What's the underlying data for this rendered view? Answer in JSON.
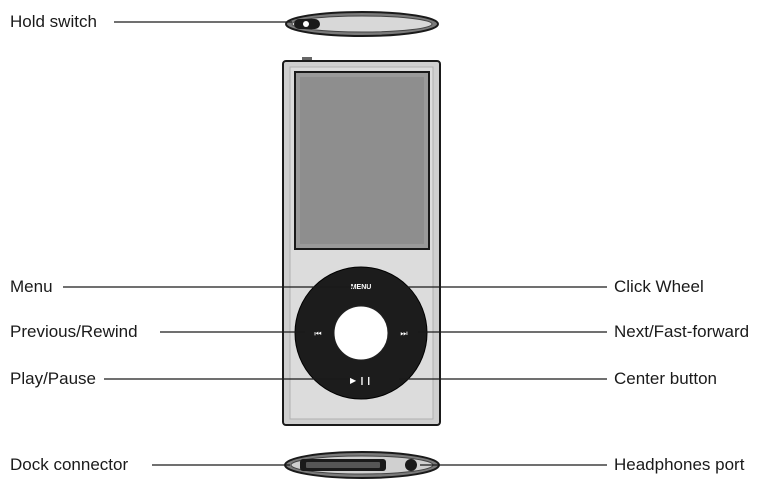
{
  "labels": {
    "hold_switch": "Hold switch",
    "menu": "Menu",
    "previous_rewind": "Previous/Rewind",
    "play_pause": "Play/Pause",
    "dock_connector": "Dock connector",
    "click_wheel": "Click Wheel",
    "next_fast_forward": "Next/Fast-forward",
    "center_button": "Center button",
    "headphones_port": "Headphones port"
  },
  "wheel": {
    "menu_text": "MENU",
    "previous_glyph": "⏮",
    "next_glyph": "⏭",
    "play_pause_glyph": "▶︎ ❙❙"
  },
  "colors": {
    "body": "#cfcfcf",
    "screen": "#9a9a9a",
    "wheel": "#1c1c1c",
    "center": "#ffffff",
    "leader": "#1a1a1a"
  }
}
